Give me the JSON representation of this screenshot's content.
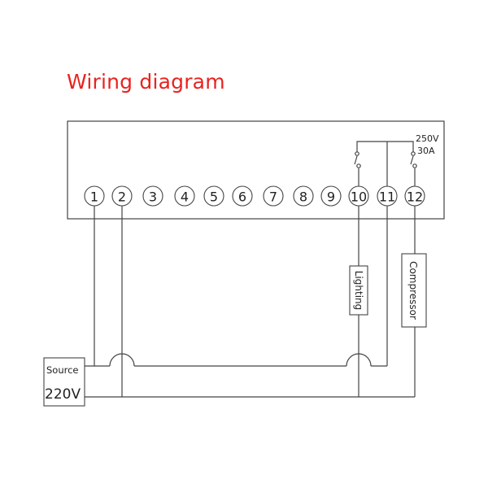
{
  "title": "Wiring diagram",
  "colors": {
    "title": "#e8231f",
    "lines": "#444444"
  },
  "terminals": [
    "1",
    "2",
    "3",
    "4",
    "5",
    "6",
    "7",
    "8",
    "9",
    "10",
    "11",
    "12"
  ],
  "rating": {
    "voltage": "250V",
    "current": "30A"
  },
  "loads": {
    "lighting": "Lighting",
    "compressor": "Compressor"
  },
  "source": {
    "label": "Source",
    "voltage": "220V"
  }
}
